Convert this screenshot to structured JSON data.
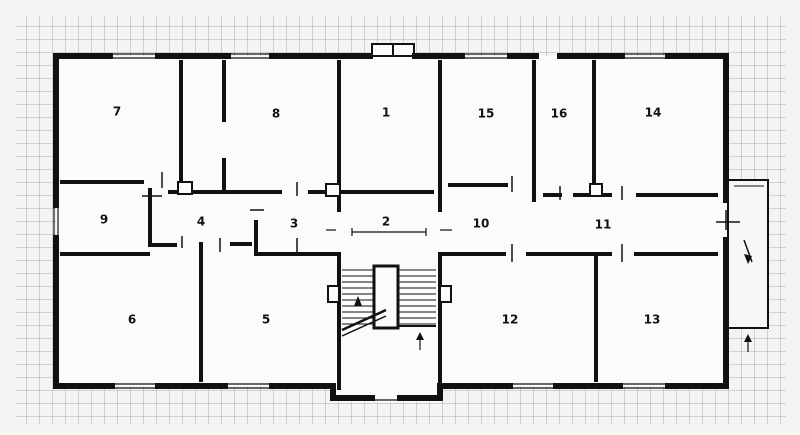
{
  "plan": {
    "colors": {
      "paper": "#f4f4f2",
      "grid": "#9a9a9a",
      "wall": "#111111",
      "room_fill": "#fbfbfa"
    },
    "rooms": [
      {
        "id": "room-7",
        "label": "7"
      },
      {
        "id": "room-8",
        "label": "8"
      },
      {
        "id": "room-1",
        "label": "1"
      },
      {
        "id": "room-15",
        "label": "15"
      },
      {
        "id": "room-16",
        "label": "16"
      },
      {
        "id": "room-14",
        "label": "14"
      },
      {
        "id": "room-9",
        "label": "9"
      },
      {
        "id": "room-4",
        "label": "4"
      },
      {
        "id": "room-3",
        "label": "3"
      },
      {
        "id": "room-2",
        "label": "2"
      },
      {
        "id": "room-10",
        "label": "10"
      },
      {
        "id": "room-11",
        "label": "11"
      },
      {
        "id": "room-6",
        "label": "6"
      },
      {
        "id": "room-5",
        "label": "5"
      },
      {
        "id": "room-12",
        "label": "12"
      },
      {
        "id": "room-13",
        "label": "13"
      }
    ]
  }
}
